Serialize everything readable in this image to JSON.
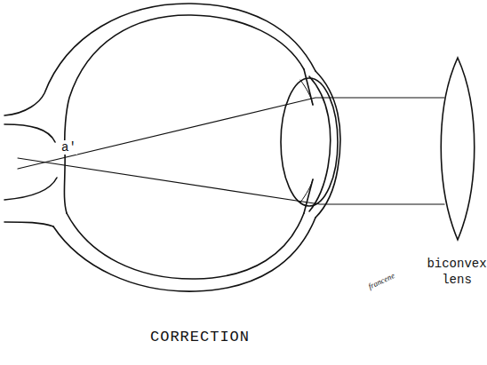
{
  "diagram": {
    "caption": "CORRECTION",
    "labels": [
      "a'",
      "biconvex lens",
      "francene"
    ]
  }
}
